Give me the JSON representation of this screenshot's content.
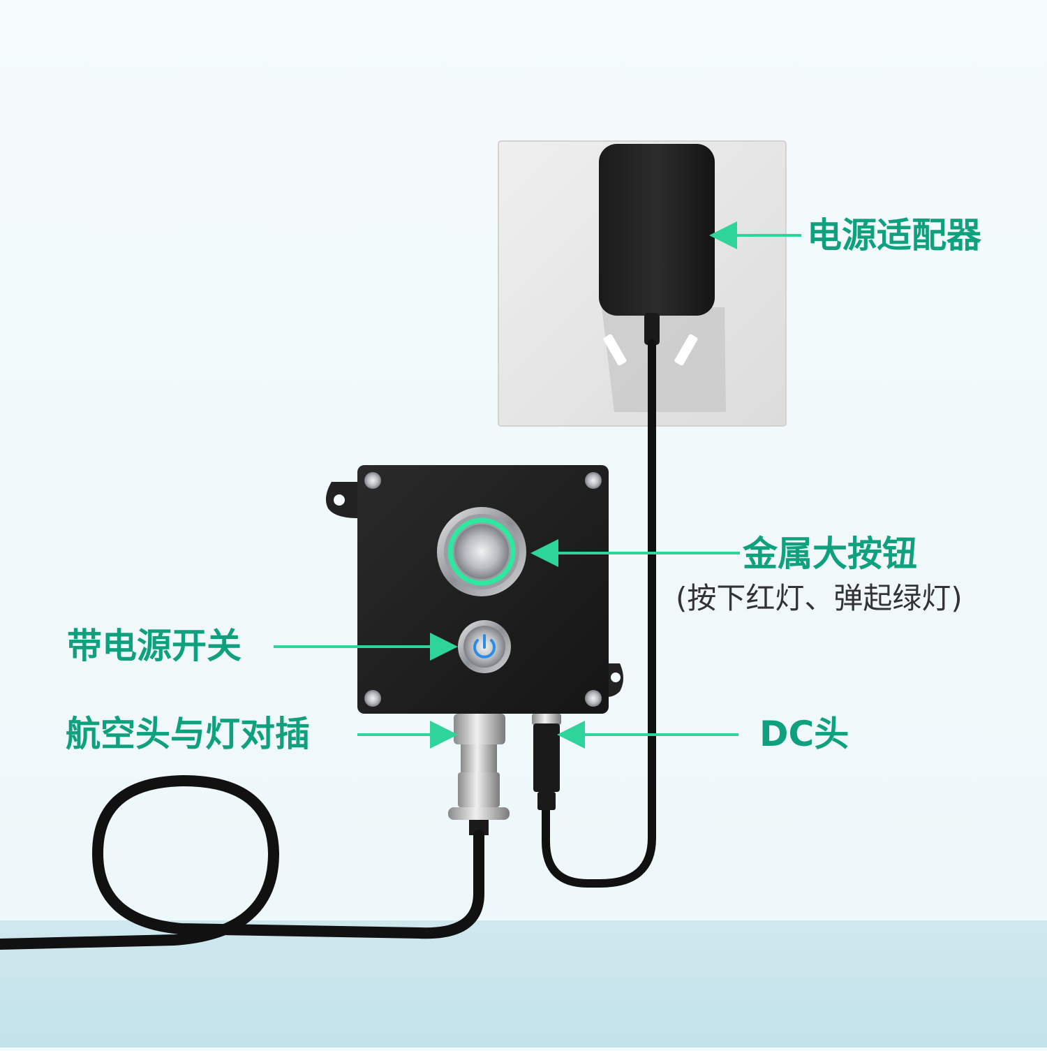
{
  "colors": {
    "accent": "#0fa07e",
    "wall": "#f4fbfc",
    "floor": "#cfe9ef",
    "device_body": "#1f1f1f",
    "ring_glow": "#2ee8a0",
    "power_icon": "#2a8ce6"
  },
  "labels": {
    "adapter": "电源适配器",
    "metal_button": "金属大按钮",
    "metal_button_note": "(按下红灯、弹起绿灯)",
    "power_switch": "带电源开关",
    "aviation_plug": "航空头与灯对插",
    "dc_jack": "DC头"
  },
  "icons": {
    "power_switch": "power-icon"
  }
}
